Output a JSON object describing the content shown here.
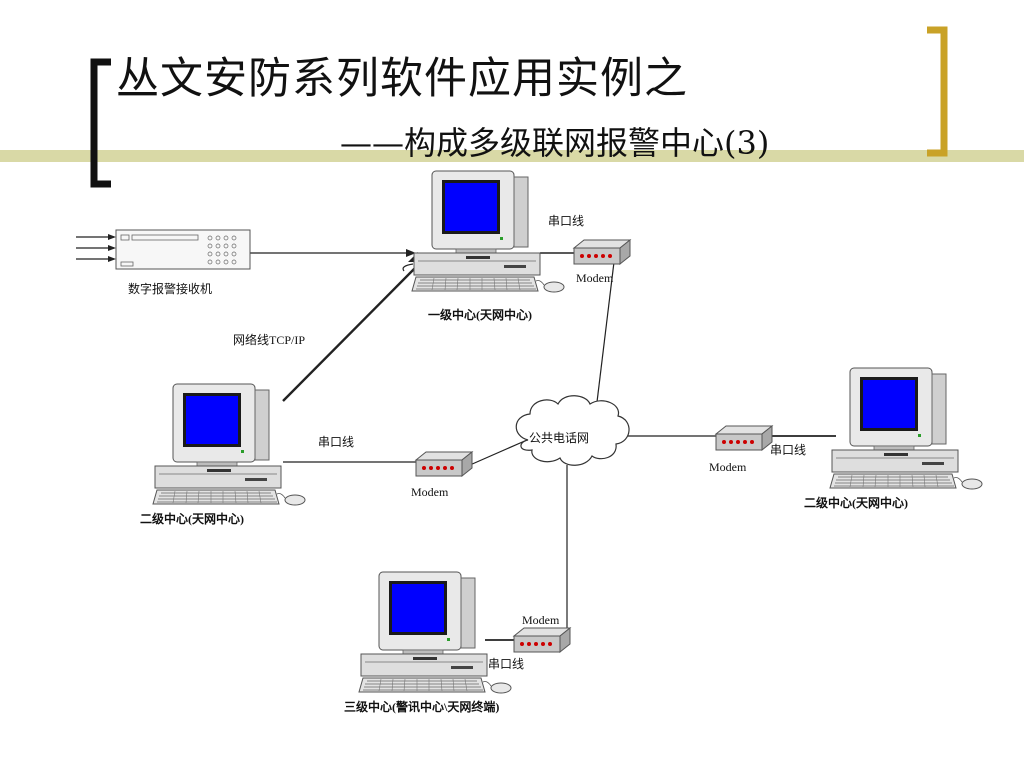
{
  "title": "丛文安防系列软件应用实例之",
  "subtitle": "——构成多级联网报警中心(3)",
  "nodes": {
    "level1": "一级中心(天网中心)",
    "level2_left": "二级中心(天网中心)",
    "level2_right": "二级中心(天网中心)",
    "level3": "三级中心(警讯中心\\天网终端)",
    "receiver": "数字报警接收机",
    "pstn": "公共电话网"
  },
  "labels": {
    "serial_top": "串口线",
    "modem_top": "Modem",
    "tcpip": "网络线TCP/IP",
    "serial_left": "串口线",
    "modem_left": "Modem",
    "modem_right": "Modem",
    "serial_right": "串口线",
    "modem_bottom": "Modem",
    "serial_bottom": "串口线"
  },
  "colors": {
    "bracket_black": "#111111",
    "bracket_gold": "#c9a227",
    "stripe": "#d9d9a6",
    "screen": "#0000ff",
    "modem_body": "#c8c8c8",
    "modem_led": "#cc0000"
  }
}
